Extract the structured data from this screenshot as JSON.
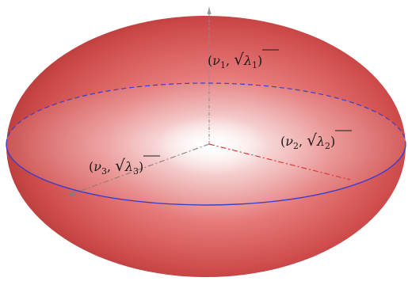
{
  "figure": {
    "type": "ellipsoid-principal-axes",
    "labels": {
      "axis1": {
        "prefix": "(",
        "vec": "ν",
        "vec_sub": "1",
        "sep": ", ",
        "root": "√",
        "val": "λ",
        "val_sub": "1",
        "suffix": ")"
      },
      "axis2": {
        "prefix": "(",
        "vec": "ν",
        "vec_sub": "2",
        "sep": ", ",
        "root": "√",
        "val": "λ",
        "val_sub": "2",
        "suffix": ")"
      },
      "axis3": {
        "prefix": "(",
        "vec": "ν",
        "vec_sub": "3",
        "sep": ", ",
        "root": "√",
        "val": "λ",
        "val_sub": "3",
        "suffix": ")"
      }
    },
    "colors": {
      "surface_light": "#fbe9e9",
      "surface_mid": "#e77272",
      "surface_dark": "#a62a2a",
      "equator": "#3d3dc8",
      "axis1_line": "#8a8a8a",
      "axis2_line": "#d83b3b",
      "axis3_line": "#8a7a7a"
    }
  }
}
